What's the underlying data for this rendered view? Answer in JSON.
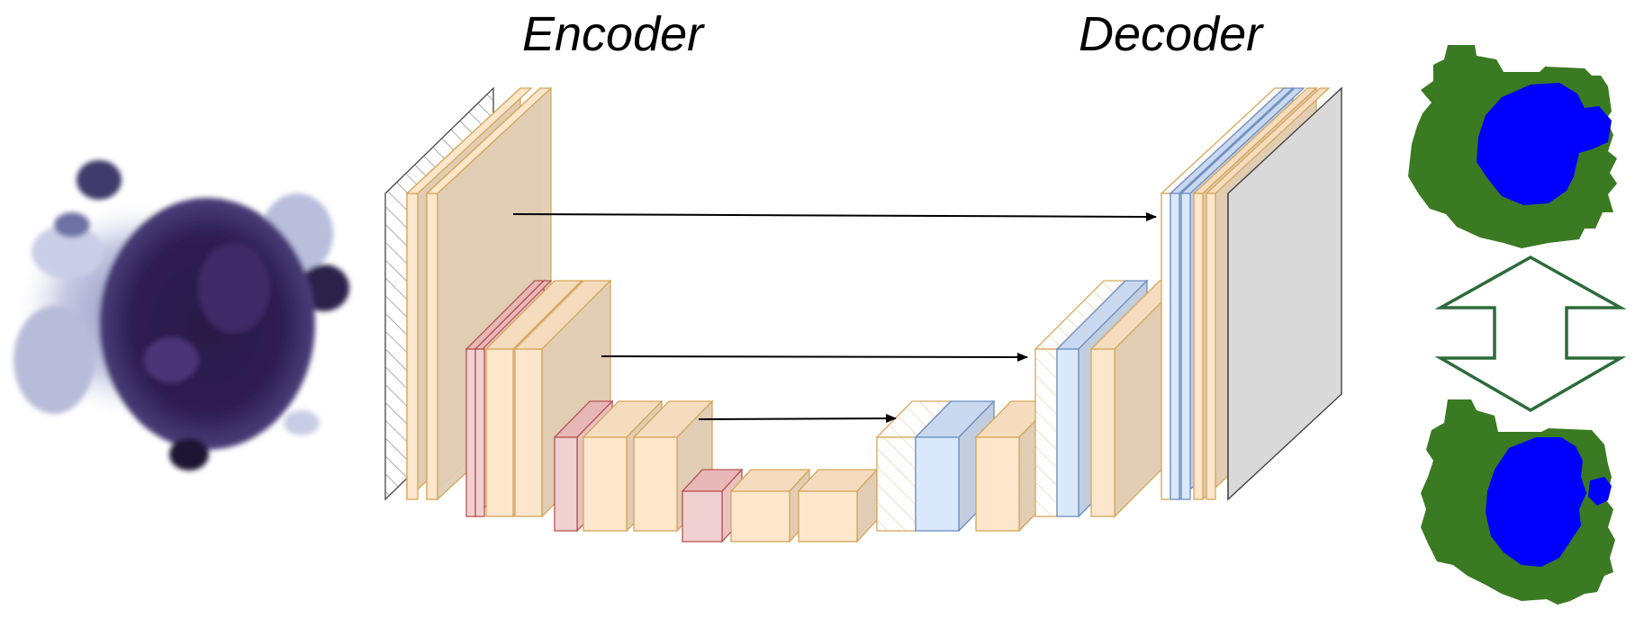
{
  "titles": {
    "encoder": "Encoder",
    "decoder": "Decoder"
  },
  "palette": {
    "background": "#ffffff",
    "feature_fill": "#fce6cc",
    "feature_stroke": "#d6a65a",
    "feature_dark": "#e0cdb4",
    "pool_fill": "#f0d0d0",
    "pool_stroke": "#b85450",
    "upconv_fill": "#dae8fc",
    "upconv_stroke": "#6c8ebf",
    "output_fill": "#d9d9d9",
    "output_stroke": "#555555",
    "mask_background": "#3a7a22",
    "mask_nucleus": "#0000ff",
    "swap_arrow_stroke": "#2e6b3a",
    "skip_arrow": "#000000",
    "cell_dark": "#2a1a4a",
    "cell_light": "#b8bedc"
  },
  "icons": [
    "input-cell-image",
    "unet-architecture",
    "skip-connection-arrow",
    "double-arrow-icon",
    "segmentation-mask-top",
    "segmentation-mask-bottom"
  ]
}
